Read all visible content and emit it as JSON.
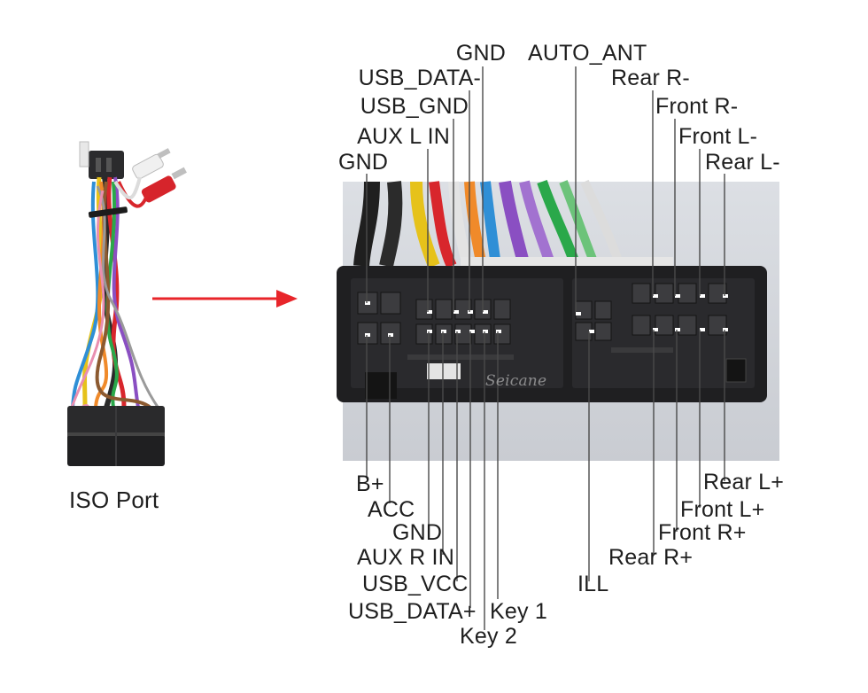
{
  "caption": "ISO Port",
  "watermark": "Seicane",
  "arrow_color": "#e8252a",
  "top_labels": [
    "GND",
    "AUTO_ANT",
    "USB_DATA-",
    "Rear R-",
    "USB_GND",
    "Front R-",
    "AUX L IN",
    "Front L-",
    "GND",
    "Rear L-"
  ],
  "bottom_labels": [
    "B+",
    "Rear L+",
    "ACC",
    "Front L+",
    "GND",
    "Front R+",
    "AUX R IN",
    "Rear R+",
    "USB_VCC",
    "ILL",
    "USB_DATA+",
    "Key 1",
    "Key 2"
  ]
}
